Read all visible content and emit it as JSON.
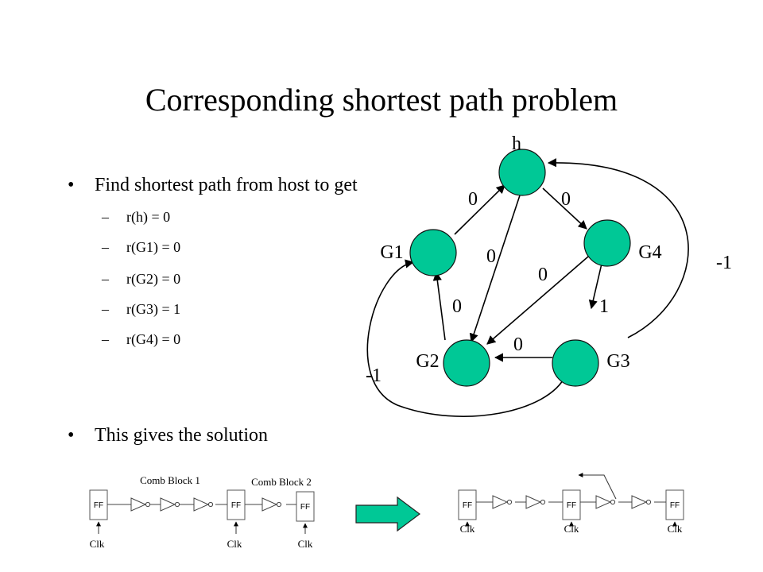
{
  "title": "Corresponding shortest path problem",
  "bullets": {
    "first": "Find shortest path from host to get",
    "second": "This gives the solution"
  },
  "sub_items": [
    "r(h) = 0",
    "r(G1) = 0",
    "r(G2) = 0",
    "r(G3) = 1",
    "r(G4) = 0"
  ],
  "graph": {
    "node_color": "#00c896",
    "nodes": {
      "h": "h",
      "g1": "G1",
      "g2": "G2",
      "g3": "G3",
      "g4": "G4"
    },
    "weights": {
      "g1_h": "0",
      "h_g4": "0",
      "h_g2": "0",
      "g4_g2": "0",
      "g2_g1": "0",
      "g4_g3": "1",
      "g3_g2": "0",
      "g3_h": "-1",
      "g3_g1": "-1"
    }
  },
  "circuit_left": {
    "ff": [
      "FF",
      "FF",
      "FF"
    ],
    "clk": [
      "Clk",
      "Clk",
      "Clk"
    ],
    "comb1": "Comb Block 1",
    "comb2": "Comb Block 2"
  },
  "arrow_color": "#00c896",
  "circuit_right": {
    "ff": [
      "FF",
      "FF",
      "FF"
    ],
    "clk": [
      "Clk",
      "Clk",
      "Clk"
    ]
  }
}
